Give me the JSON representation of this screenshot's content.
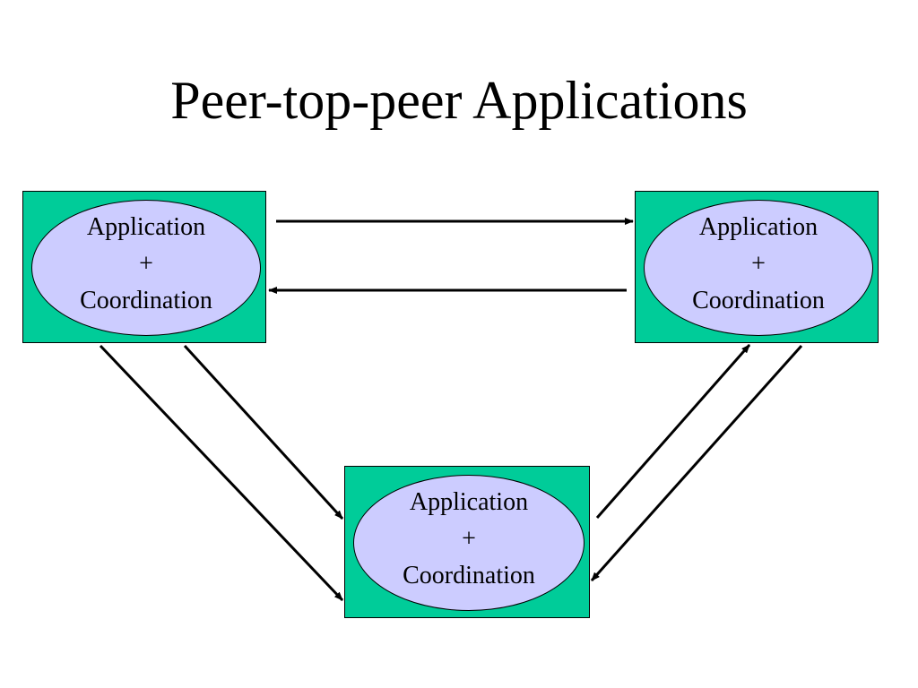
{
  "title": "Peer-top-peer Applications",
  "colors": {
    "box_fill": "#00cc99",
    "ellipse_fill": "#ccccff",
    "arrow": "#000000"
  },
  "nodes": [
    {
      "line1": "Application",
      "line2": "+",
      "line3": "Coordination"
    },
    {
      "line1": "Application",
      "line2": "+",
      "line3": "Coordination"
    },
    {
      "line1": "Application",
      "line2": "+",
      "line3": "Coordination"
    }
  ]
}
